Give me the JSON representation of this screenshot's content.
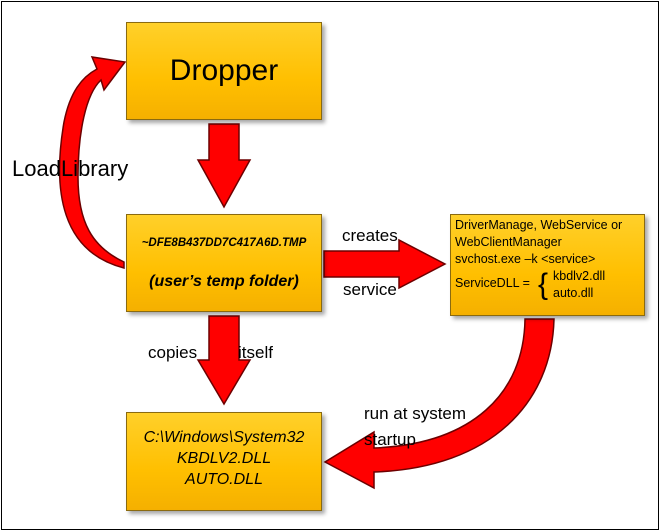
{
  "nodes": {
    "dropper": {
      "label": "Dropper"
    },
    "temp_file": {
      "filename": "~DFE8B437DD7C417A6D.TMP",
      "location": "(user’s temp folder)"
    },
    "service": {
      "line1": "DriverManage, WebService or",
      "line2": "WebClientManager",
      "line3": "svchost.exe –k <service>",
      "dll_label": "ServiceDLL =",
      "dlls": [
        "kbdlv2.dll",
        "auto.dll"
      ]
    },
    "system32": {
      "lines": [
        "C:\\Windows\\System32",
        "KBDLV2.DLL",
        "AUTO.DLL"
      ]
    }
  },
  "edges": {
    "loadlibrary": "LoadLibrary",
    "creates": "creates",
    "service": "service",
    "copies": "copies",
    "itself": "itself",
    "run_at": "run at system",
    "startup": "startup"
  },
  "colors": {
    "box_fill": "#ffc000",
    "arrow_fill": "#ff0000",
    "arrow_stroke": "#7a0000"
  }
}
